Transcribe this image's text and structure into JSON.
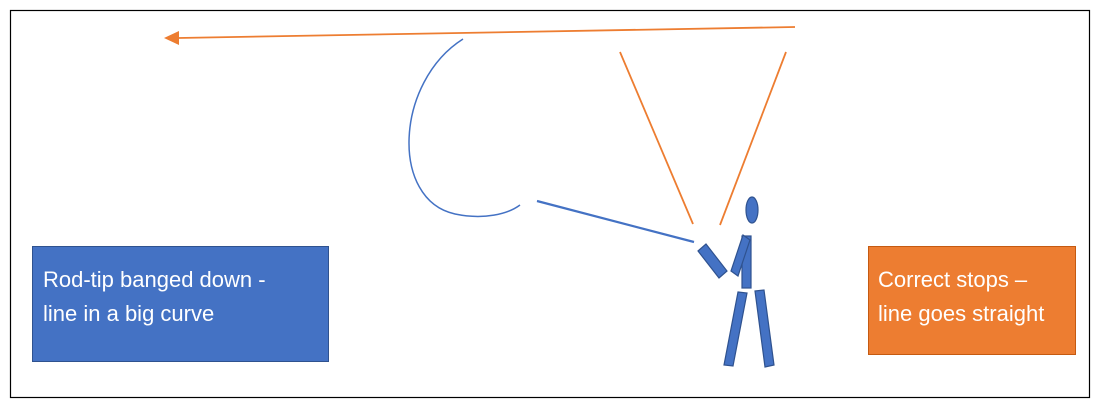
{
  "colors": {
    "orange": "#ed7d31",
    "blue": "#4472c4",
    "frame": "#000000",
    "text": "#ffffff"
  },
  "left_label": {
    "line1": "Rod-tip banged down -",
    "line2": "line in a big curve",
    "color": "#4472c4"
  },
  "right_label": {
    "line1": "Correct stops –",
    "line2": "line goes straight",
    "color": "#ed7d31"
  },
  "icons": {
    "figure": "angler-figure-icon",
    "arrowhead": "arrowhead-icon"
  }
}
